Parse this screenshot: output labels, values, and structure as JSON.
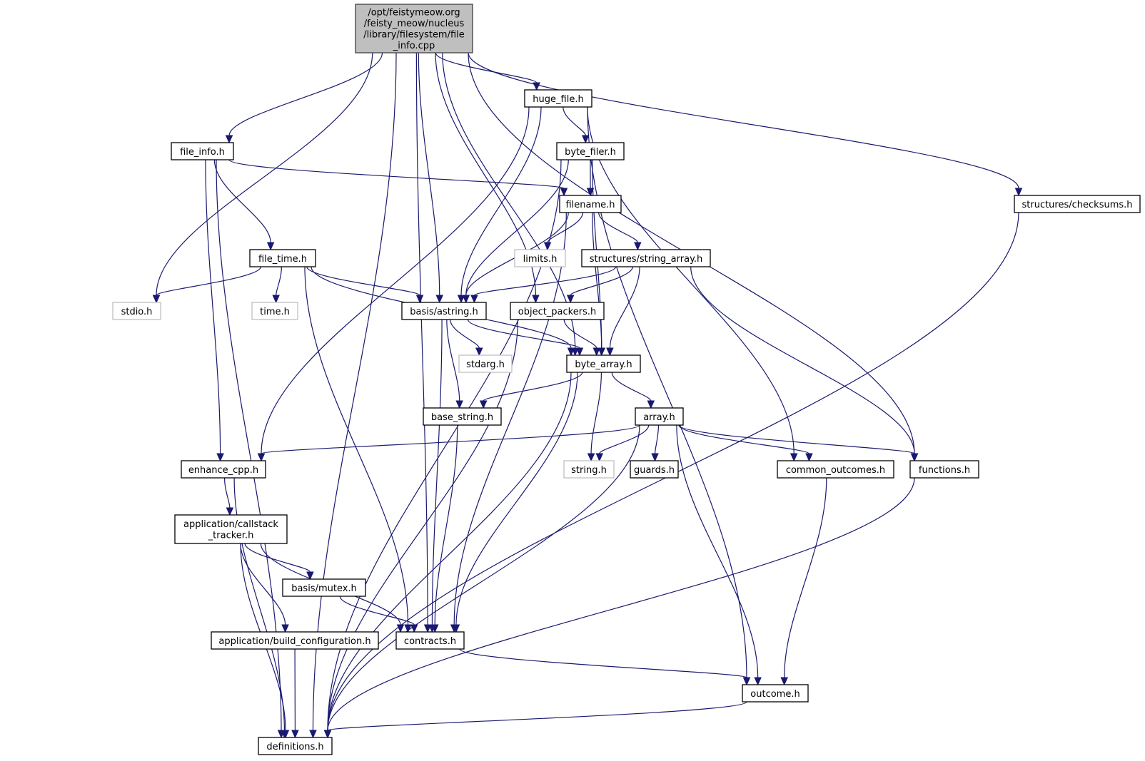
{
  "title": "/opt/feistymeow.org/feisty_meow/nucleus/library/filesystem/file_info.cpp include dependency graph",
  "colors": {
    "edge": "#191970",
    "root_fill": "#bfbfbf",
    "node_border": "#000000",
    "external_border": "#bfbfbf"
  },
  "nodes": [
    {
      "id": "root",
      "lines": [
        "/opt/feistymeow.org",
        "/feisty_meow/nucleus",
        "/library/filesystem/file",
        "_info.cpp"
      ],
      "kind": "root"
    },
    {
      "id": "huge_file",
      "lines": [
        "huge_file.h"
      ],
      "kind": "local"
    },
    {
      "id": "file_info",
      "lines": [
        "file_info.h"
      ],
      "kind": "local"
    },
    {
      "id": "byte_filer",
      "lines": [
        "byte_filer.h"
      ],
      "kind": "local"
    },
    {
      "id": "checksums",
      "lines": [
        "structures/checksums.h"
      ],
      "kind": "local"
    },
    {
      "id": "filename",
      "lines": [
        "filename.h"
      ],
      "kind": "local"
    },
    {
      "id": "file_time",
      "lines": [
        "file_time.h"
      ],
      "kind": "local"
    },
    {
      "id": "limits",
      "lines": [
        "limits.h"
      ],
      "kind": "system"
    },
    {
      "id": "string_array",
      "lines": [
        "structures/string_array.h"
      ],
      "kind": "local"
    },
    {
      "id": "stdio",
      "lines": [
        "stdio.h"
      ],
      "kind": "system"
    },
    {
      "id": "time",
      "lines": [
        "time.h"
      ],
      "kind": "system"
    },
    {
      "id": "astring",
      "lines": [
        "basis/astring.h"
      ],
      "kind": "local"
    },
    {
      "id": "object_packers",
      "lines": [
        "object_packers.h"
      ],
      "kind": "local"
    },
    {
      "id": "stdarg",
      "lines": [
        "stdarg.h"
      ],
      "kind": "system"
    },
    {
      "id": "byte_array",
      "lines": [
        "byte_array.h"
      ],
      "kind": "local"
    },
    {
      "id": "base_string",
      "lines": [
        "base_string.h"
      ],
      "kind": "local"
    },
    {
      "id": "array",
      "lines": [
        "array.h"
      ],
      "kind": "local"
    },
    {
      "id": "enhance_cpp",
      "lines": [
        "enhance_cpp.h"
      ],
      "kind": "local"
    },
    {
      "id": "string_h",
      "lines": [
        "string.h"
      ],
      "kind": "system"
    },
    {
      "id": "guards",
      "lines": [
        "guards.h"
      ],
      "kind": "local"
    },
    {
      "id": "common_outcomes",
      "lines": [
        "common_outcomes.h"
      ],
      "kind": "local"
    },
    {
      "id": "functions",
      "lines": [
        "functions.h"
      ],
      "kind": "local"
    },
    {
      "id": "callstack",
      "lines": [
        "application/callstack",
        "_tracker.h"
      ],
      "kind": "local"
    },
    {
      "id": "mutex",
      "lines": [
        "basis/mutex.h"
      ],
      "kind": "local"
    },
    {
      "id": "build_config",
      "lines": [
        "application/build_configuration.h"
      ],
      "kind": "local"
    },
    {
      "id": "contracts",
      "lines": [
        "contracts.h"
      ],
      "kind": "local"
    },
    {
      "id": "outcome",
      "lines": [
        "outcome.h"
      ],
      "kind": "local"
    },
    {
      "id": "definitions",
      "lines": [
        "definitions.h"
      ],
      "kind": "local"
    }
  ],
  "edges": [
    [
      "root",
      "huge_file"
    ],
    [
      "root",
      "file_info"
    ],
    [
      "root",
      "stdio"
    ],
    [
      "root",
      "astring"
    ],
    [
      "root",
      "object_packers"
    ],
    [
      "root",
      "byte_array"
    ],
    [
      "root",
      "contracts"
    ],
    [
      "root",
      "definitions"
    ],
    [
      "root",
      "functions"
    ],
    [
      "root",
      "checksums"
    ],
    [
      "huge_file",
      "byte_filer"
    ],
    [
      "huge_file",
      "astring"
    ],
    [
      "huge_file",
      "enhance_cpp"
    ],
    [
      "huge_file",
      "common_outcomes"
    ],
    [
      "huge_file",
      "outcome"
    ],
    [
      "file_info",
      "filename"
    ],
    [
      "file_info",
      "file_time"
    ],
    [
      "file_info",
      "enhance_cpp"
    ],
    [
      "file_info",
      "definitions"
    ],
    [
      "byte_filer",
      "filename"
    ],
    [
      "byte_filer",
      "astring"
    ],
    [
      "byte_filer",
      "byte_array"
    ],
    [
      "byte_filer",
      "definitions"
    ],
    [
      "checksums",
      "definitions"
    ],
    [
      "filename",
      "limits"
    ],
    [
      "filename",
      "string_array"
    ],
    [
      "filename",
      "astring"
    ],
    [
      "filename",
      "byte_array"
    ],
    [
      "filename",
      "contracts"
    ],
    [
      "file_time",
      "stdio"
    ],
    [
      "file_time",
      "time"
    ],
    [
      "file_time",
      "astring"
    ],
    [
      "file_time",
      "byte_array"
    ],
    [
      "file_time",
      "contracts"
    ],
    [
      "string_array",
      "astring"
    ],
    [
      "string_array",
      "object_packers"
    ],
    [
      "string_array",
      "byte_array"
    ],
    [
      "string_array",
      "functions"
    ],
    [
      "astring",
      "stdarg"
    ],
    [
      "astring",
      "byte_array"
    ],
    [
      "astring",
      "base_string"
    ],
    [
      "astring",
      "contracts"
    ],
    [
      "object_packers",
      "byte_array"
    ],
    [
      "object_packers",
      "definitions"
    ],
    [
      "byte_array",
      "array"
    ],
    [
      "byte_array",
      "base_string"
    ],
    [
      "byte_array",
      "string_h"
    ],
    [
      "byte_array",
      "contracts"
    ],
    [
      "byte_array",
      "definitions"
    ],
    [
      "base_string",
      "contracts"
    ],
    [
      "array",
      "enhance_cpp"
    ],
    [
      "array",
      "string_h"
    ],
    [
      "array",
      "guards"
    ],
    [
      "array",
      "common_outcomes"
    ],
    [
      "array",
      "functions"
    ],
    [
      "array",
      "outcome"
    ],
    [
      "array",
      "definitions"
    ],
    [
      "enhance_cpp",
      "callstack"
    ],
    [
      "enhance_cpp",
      "definitions"
    ],
    [
      "common_outcomes",
      "outcome"
    ],
    [
      "functions",
      "definitions"
    ],
    [
      "callstack",
      "mutex"
    ],
    [
      "callstack",
      "build_config"
    ],
    [
      "callstack",
      "contracts"
    ],
    [
      "callstack",
      "definitions"
    ],
    [
      "mutex",
      "contracts"
    ],
    [
      "build_config",
      "definitions"
    ],
    [
      "contracts",
      "outcome"
    ],
    [
      "outcome",
      "definitions"
    ]
  ]
}
